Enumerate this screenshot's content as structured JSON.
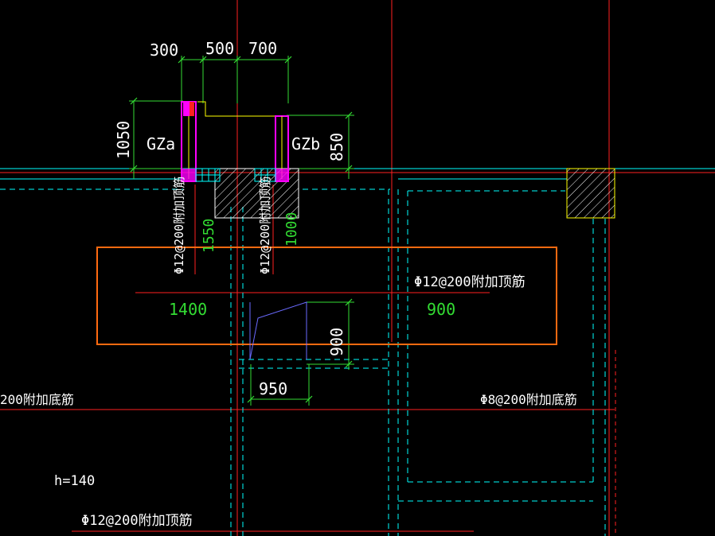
{
  "dimensions": {
    "top_300": "300",
    "top_500": "500",
    "top_700": "700",
    "left_1050": "1050",
    "right_850": "850",
    "v_1550": "1550",
    "v_1000": "1000",
    "h_1400": "1400",
    "h_900": "900",
    "v_900": "900",
    "h_950": "950",
    "slab_thickness": "h=140"
  },
  "labels": {
    "gza": "GZa",
    "gzb": "GZb",
    "rebar_left_vertical": "Φ12@200附加顶筋",
    "rebar_mid_vertical": "Φ12@200附加顶筋",
    "rebar_top_right": "Φ12@200附加顶筋",
    "rebar_bottom_left": "Φ12@200附加顶筋",
    "bottom_rebar_left": "200附加底筋",
    "bottom_rebar_right": "Φ8@200附加底筋"
  },
  "colors": {
    "background": "#000000",
    "red": "#ff2020",
    "cyan": "#00ffff",
    "green": "#33dd33",
    "yellow": "#ffff00",
    "magenta": "#ff00ff",
    "orange": "#ff6a10",
    "blue": "#6a6aff",
    "white": "#ffffff"
  }
}
